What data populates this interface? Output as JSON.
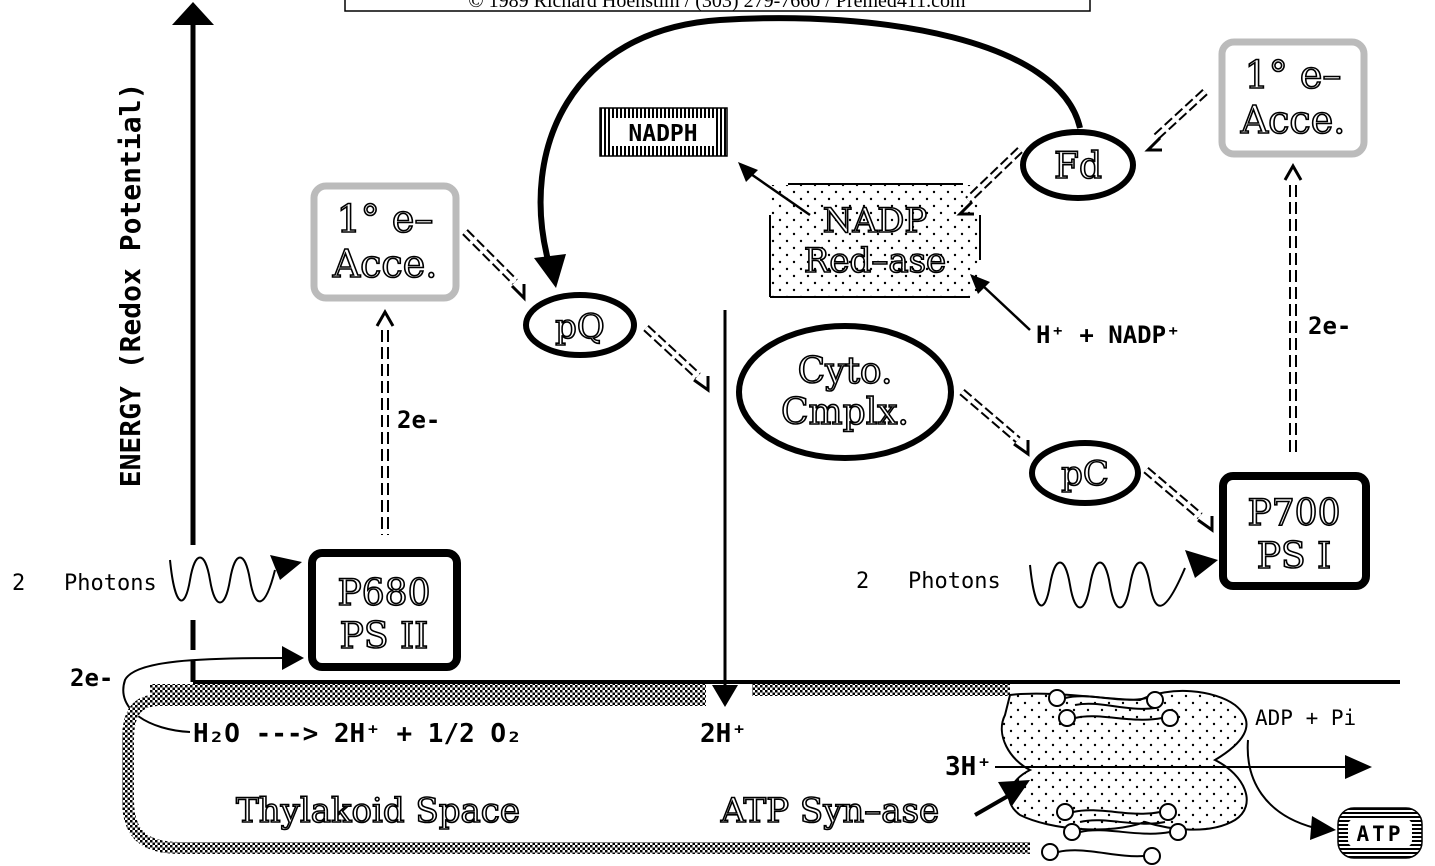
{
  "copyright": "© 1989 Richard Hoehstim / (303) 279-7660 / Premed411.com",
  "axis_label": "ENERGY (Redox Potential)",
  "nodes": {
    "acceptor_left_1": "1° e–",
    "acceptor_left_2": "Acce.",
    "acceptor_right_1": "1° e–",
    "acceptor_right_2": "Acce.",
    "pq": "pQ",
    "fd": "Fd",
    "pc": "pC",
    "cyto_1": "Cyto.",
    "cyto_2": "Cmplx.",
    "nadp_red_1": "NADP",
    "nadp_red_2": "Red–ase",
    "nadph": "NADPH",
    "p680_1": "P680",
    "p680_2": "PS II",
    "p700_1": "P700",
    "p700_2": "PS I",
    "thylakoid": "Thylakoid Space",
    "atp_synthase": "ATP Syn–ase",
    "atp": "ATP"
  },
  "labels": {
    "photons_left_count": "2",
    "photons_left": "Photons",
    "photons_right_count": "2",
    "photons_right": "Photons",
    "two_e_left": "2e-",
    "two_e_right": "2e-",
    "two_e_water": "2e-",
    "h_nadp": "H⁺ + NADP⁺",
    "water_split": "H₂O ---> 2H⁺ + 1/2 O₂",
    "two_h": "2H⁺",
    "three_h": "3H⁺",
    "adp_pi": "ADP  +  Pi"
  }
}
